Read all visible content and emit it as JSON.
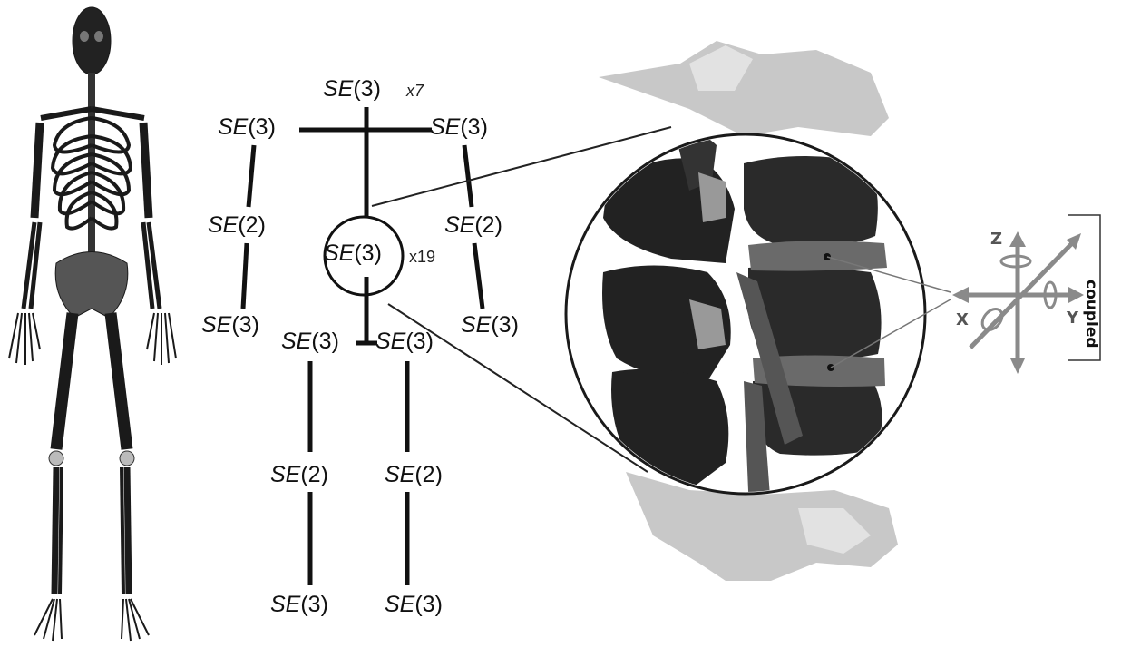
{
  "tree": {
    "root": {
      "group": "SE",
      "dim": "(3)",
      "mult": "x7"
    },
    "center": {
      "group": "SE",
      "dim": "(3)",
      "mult": "x19"
    },
    "left_shoulder": {
      "group": "SE",
      "dim": "(3)"
    },
    "right_shoulder": {
      "group": "SE",
      "dim": "(3)"
    },
    "left_elbow": {
      "group": "SE",
      "dim": "(2)"
    },
    "right_elbow": {
      "group": "SE",
      "dim": "(2)"
    },
    "left_wrist": {
      "group": "SE",
      "dim": "(3)"
    },
    "right_wrist": {
      "group": "SE",
      "dim": "(3)"
    },
    "left_hip": {
      "group": "SE",
      "dim": "(3)"
    },
    "right_hip": {
      "group": "SE",
      "dim": "(3)"
    },
    "left_knee": {
      "group": "SE",
      "dim": "(2)"
    },
    "right_knee": {
      "group": "SE",
      "dim": "(2)"
    },
    "left_ankle": {
      "group": "SE",
      "dim": "(3)"
    },
    "right_ankle": {
      "group": "SE",
      "dim": "(3)"
    }
  },
  "axes": {
    "z": "Z",
    "x": "X",
    "y": "Y"
  },
  "bracket_label": "coupled"
}
